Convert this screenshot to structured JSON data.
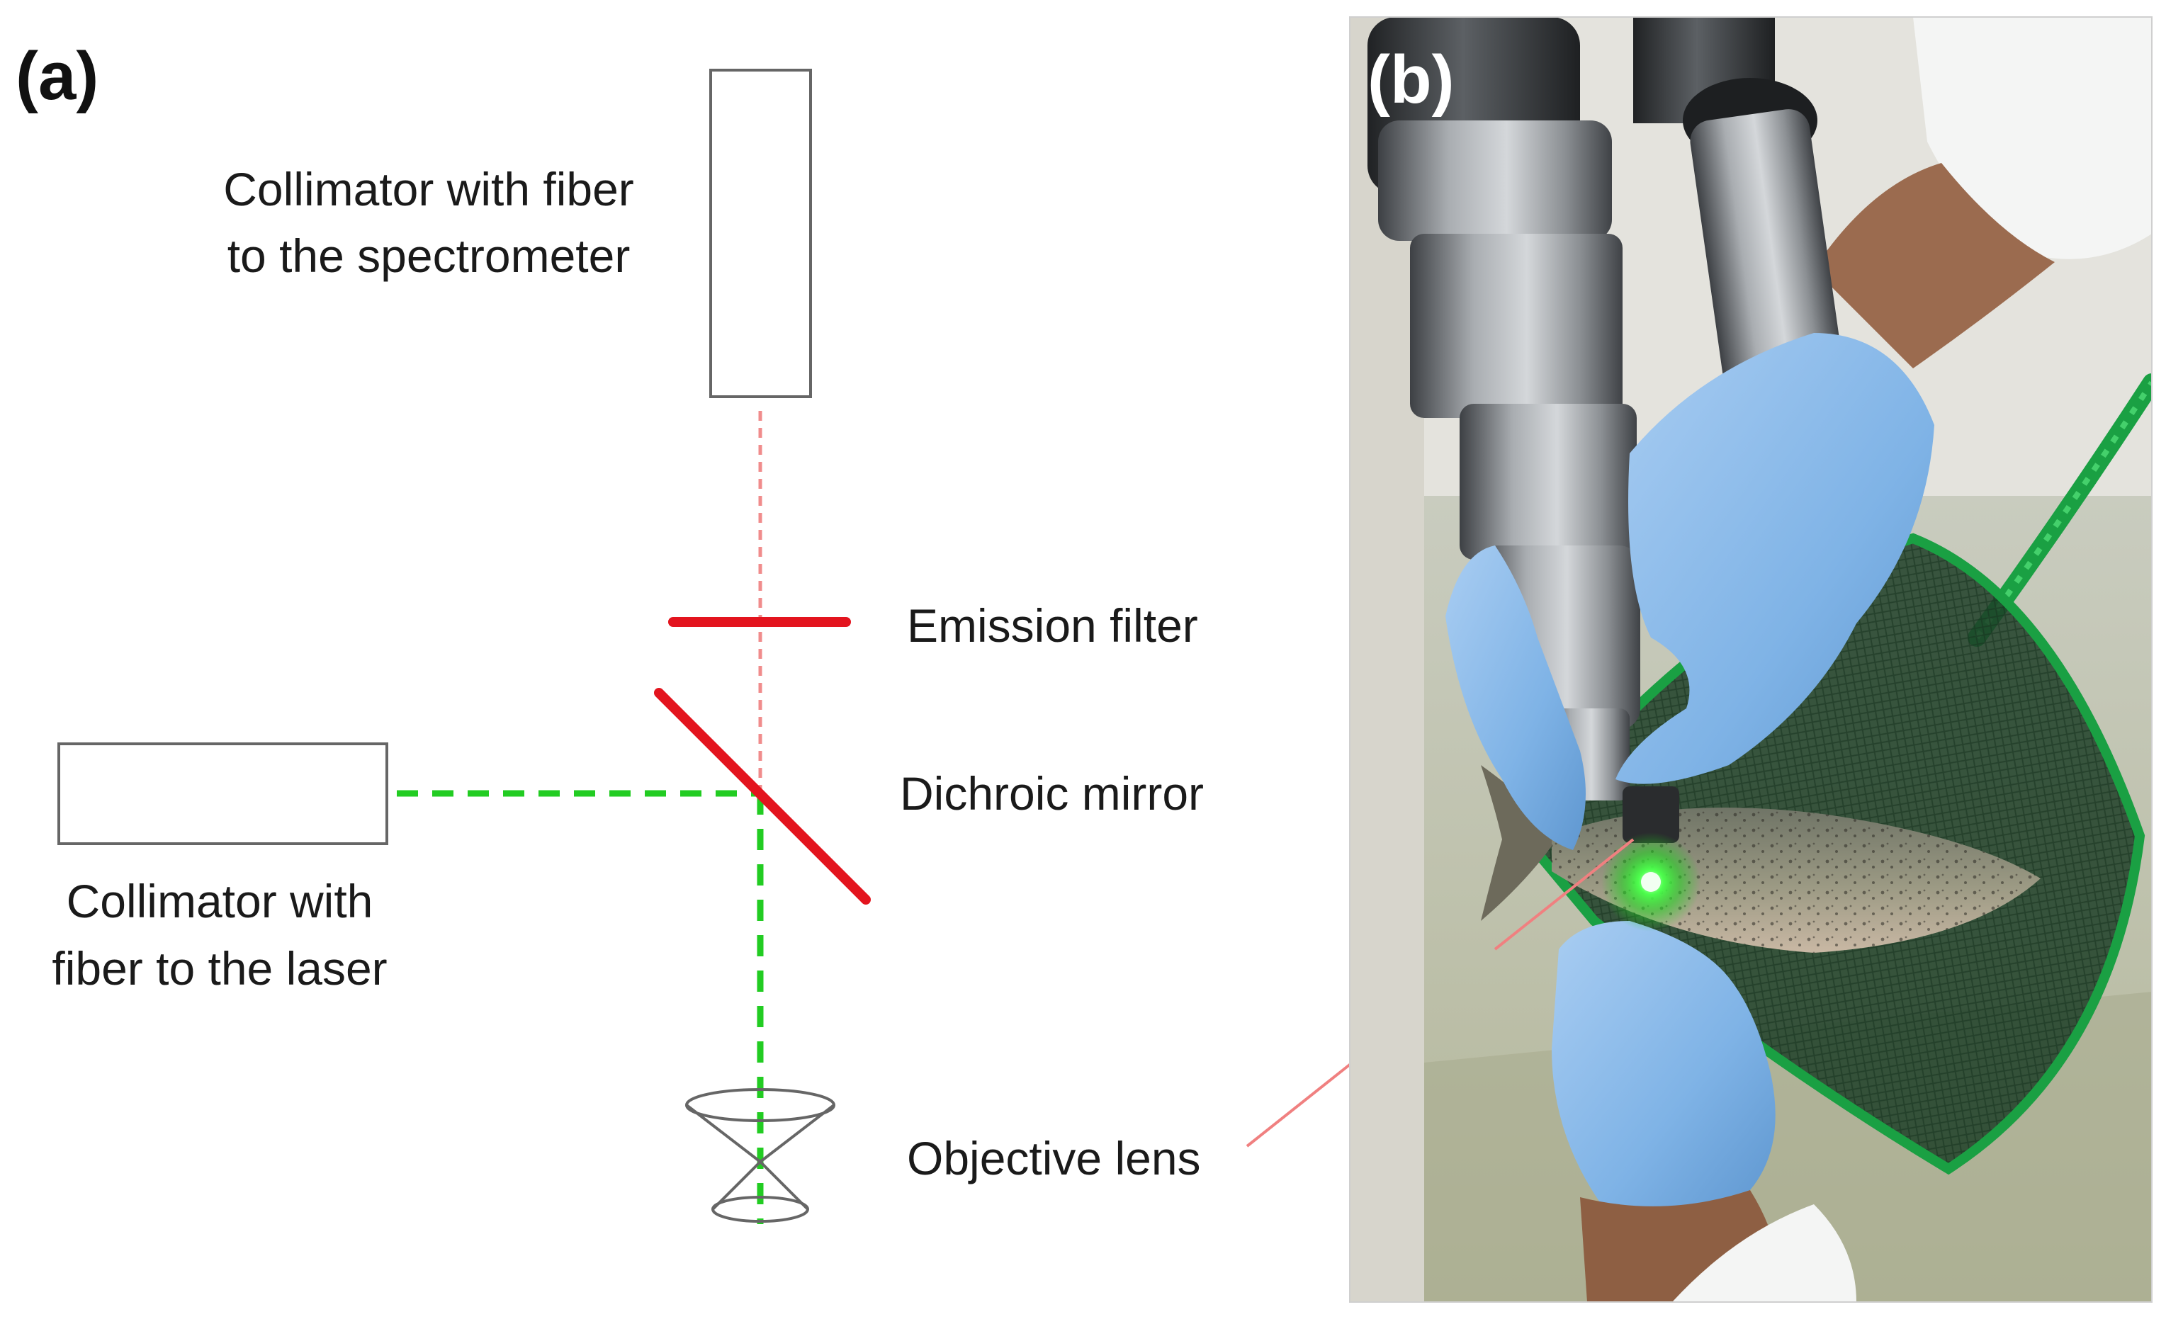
{
  "panel_a": {
    "tag": "(a)",
    "spectrometer_collimator": {
      "line1": "Collimator with fiber",
      "line2": "to the spectrometer"
    },
    "emission_filter": "Emission filter",
    "dichroic_mirror": "Dichroic mirror",
    "laser_collimator": {
      "line1": "Collimator with",
      "line2": "fiber to the laser"
    },
    "objective_lens": "Objective lens"
  },
  "panel_b": {
    "tag": "(b)"
  },
  "colors": {
    "excitation_beam": "#22cc22",
    "emission_beam": "#f08c8c",
    "filter_and_mirror": "#e3141e",
    "component_outline": "#666666",
    "leader_line": "#f08080"
  }
}
